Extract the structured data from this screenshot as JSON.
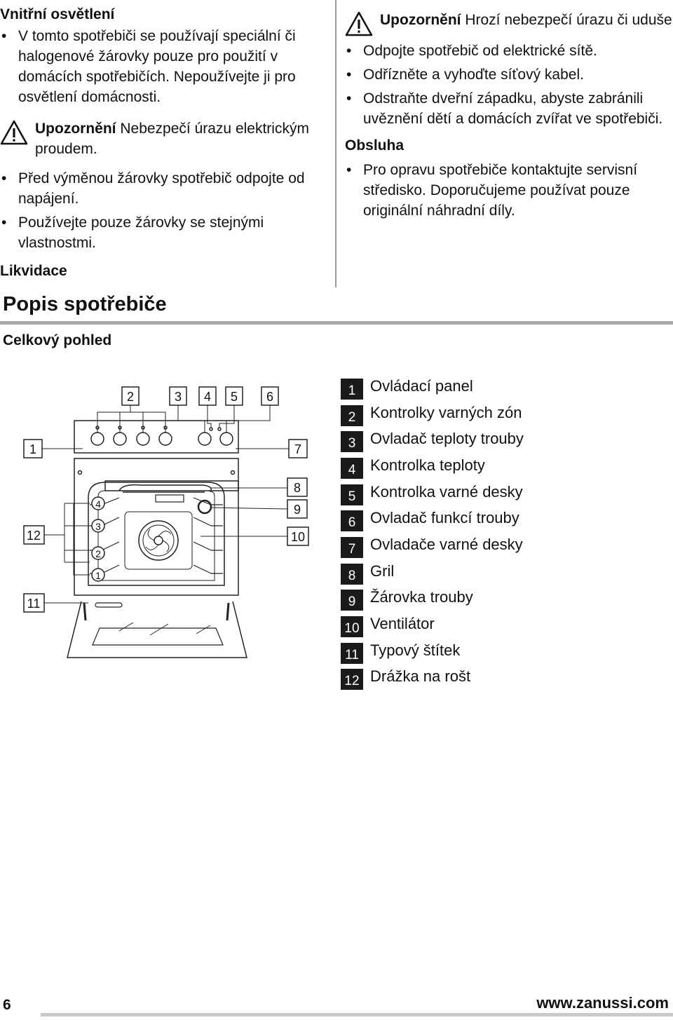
{
  "left_column": {
    "heading": "Vnitřní osvětlení",
    "bullets": [
      "V tomto spotřebiči se používají speciální či halogenové žárovky pouze pro použití v domácích spotřebičích. Nepoužívejte ji pro osvětlení domácnosti."
    ],
    "warning": {
      "label": "Upozornění",
      "text": "Nebezpečí úrazu elektrickým proudem."
    },
    "bullets2": [
      "Před výměnou žárovky spotřebič odpojte od napájení.",
      "Používejte pouze žárovky se stejnými vlastnostmi."
    ],
    "heading2": "Likvidace"
  },
  "right_column": {
    "warning": {
      "label": "Upozornění",
      "text": "Hrozí nebezpečí úrazu či udušení."
    },
    "bullets": [
      "Odpojte spotřebič od elektrické sítě.",
      "Odřízněte a vyhoďte síťový kabel.",
      "Odstraňte dveřní západku, abyste zabránili uvěznění dětí a domácích zvířat ve spotřebiči."
    ],
    "heading": "Obsluha",
    "bullets2": [
      "Pro opravu spotřebiče kontaktujte servisní středisko. Doporučujeme používat pouze originální náhradní díly."
    ]
  },
  "main_title": "Popis spotřebiče",
  "section_title": "Celkový pohled",
  "diagram": {
    "top_callouts": [
      "2",
      "3",
      "4",
      "5",
      "6"
    ],
    "left_callouts": [
      "1",
      "12",
      "11"
    ],
    "right_callouts": [
      "7",
      "8",
      "9",
      "10"
    ],
    "shelf_numbers": [
      "4",
      "3",
      "2",
      "1"
    ]
  },
  "legend": [
    {
      "num": "1",
      "label": "Ovládací panel"
    },
    {
      "num": "2",
      "label": "Kontrolky varných zón"
    },
    {
      "num": "3",
      "label": "Ovladač teploty trouby"
    },
    {
      "num": "4",
      "label": "Kontrolka teploty"
    },
    {
      "num": "5",
      "label": "Kontrolka varné desky"
    },
    {
      "num": "6",
      "label": "Ovladač funkcí trouby"
    },
    {
      "num": "7",
      "label": "Ovladače varné desky"
    },
    {
      "num": "8",
      "label": "Gril"
    },
    {
      "num": "9",
      "label": "Žárovka trouby"
    },
    {
      "num": "10",
      "label": "Ventilátor"
    },
    {
      "num": "11",
      "label": "Typový štítek"
    },
    {
      "num": "12",
      "label": "Drážka na rošt"
    }
  ],
  "footer": {
    "page_number": "6",
    "url": "www.zanussi.com"
  },
  "colors": {
    "label_box": "#1b1b1b",
    "rule": "#a8a8a8"
  },
  "icons": [
    "warning-triangle-icon"
  ]
}
